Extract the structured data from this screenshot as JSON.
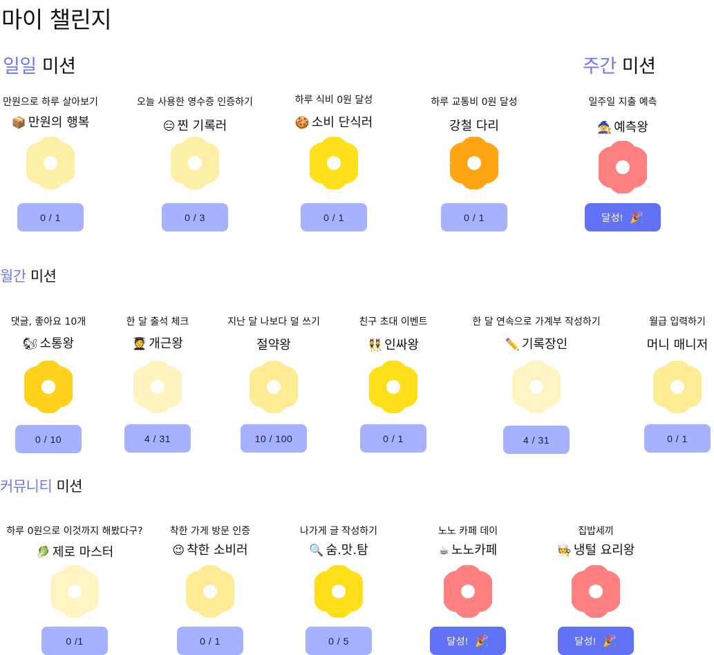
{
  "page_title": "마이 챌린지",
  "colors": {
    "accent": "#6b78f5",
    "button": "#a6b1ff",
    "button_done": "#6272f5"
  },
  "sections": {
    "daily": {
      "accent": "일일",
      "rest": " 미션"
    },
    "weekly": {
      "accent": "주간",
      "rest": " 미션"
    },
    "monthly": {
      "accent": "월간",
      "rest": " 미션"
    },
    "community": {
      "accent": "커뮤니티",
      "rest": " 미션"
    }
  },
  "daily": [
    {
      "desc": "만원으로 하루 살아보기",
      "badge": "만원의 행복",
      "icon": "box-icon",
      "glyph": "📦",
      "flower": "#fdf0a6",
      "progress": "0 / 1",
      "done": false
    },
    {
      "desc": "오늘 사용한 영수증 인증하기",
      "badge": "찐 기록러",
      "icon": "face-icon",
      "glyph": "😑",
      "flower": "#fdf0a6",
      "progress": "0 / 3",
      "done": false
    },
    {
      "desc": "하루 식비 0원 달성",
      "badge": "소비 단식러",
      "icon": "cookie-icon",
      "glyph": "🍪",
      "flower": "#ffe01b",
      "progress": "0 / 1",
      "done": false
    },
    {
      "desc": "하루 교통비 0원 달성",
      "badge": "강철 다리",
      "icon": "",
      "glyph": "",
      "flower": "#ffa514",
      "progress": "0 / 1",
      "done": false
    }
  ],
  "weekly": [
    {
      "desc": "일주일 지출 예측",
      "badge": "예측왕",
      "icon": "fortune-teller-icon",
      "glyph": "🧙",
      "flower": "#ff8080",
      "progress": "달성!",
      "done": true
    }
  ],
  "monthly": [
    {
      "desc": "댓글, 좋아요 10개",
      "badge": "소통왕",
      "icon": "chipmunk-icon",
      "glyph": "🐿",
      "flower": "#ffd21e",
      "progress": "0 / 10",
      "done": false
    },
    {
      "desc": "한 달 출석 체크",
      "badge": "개근왕",
      "icon": "student-icon",
      "glyph": "🧑‍🎓",
      "flower": "#fff4bd",
      "progress": "4 / 31",
      "done": false
    },
    {
      "desc": "지난 달 나보다 덜 쓰기",
      "badge": "절약왕",
      "icon": "",
      "glyph": "",
      "flower": "#fdec94",
      "progress": "10 / 100",
      "done": false
    },
    {
      "desc": "친구 초대 이벤트",
      "badge": "인싸왕",
      "icon": "friends-icon",
      "glyph": "👯",
      "flower": "#ffdf1a",
      "progress": "0 / 1",
      "done": false
    },
    {
      "desc": "한 달 연속으로 가계부 작성하기",
      "badge": "기록장인",
      "icon": "pencil-icon",
      "glyph": "✏️",
      "flower": "#fff4c2",
      "progress": "4 / 31",
      "done": false
    },
    {
      "desc": "월급 입력하기",
      "badge": "머니 매니저",
      "icon": "",
      "glyph": "",
      "flower": "#fdec94",
      "progress": "0 / 1",
      "done": false
    }
  ],
  "community": [
    {
      "desc": "하루 0원으로 이것까지 해봤다구?",
      "badge": "제로 마스터",
      "icon": "character-icon",
      "glyph": "🥬",
      "flower": "#fff4c2",
      "progress": "0 /1",
      "done": false
    },
    {
      "desc": "착한 가게 방문 인증",
      "badge": "착한 소비러",
      "icon": "smile-icon",
      "glyph": "😉",
      "flower": "#fdec94",
      "progress": "0 / 1",
      "done": false
    },
    {
      "desc": "나가게 글 작성하기",
      "badge": "숨.맛.탐",
      "icon": "magnifier-icon",
      "glyph": "🔍",
      "flower": "#ffdf1a",
      "progress": "0 / 5",
      "done": false
    },
    {
      "desc": "노노 카페 데이",
      "badge": "노노카페",
      "icon": "coffee-icon",
      "glyph": "☕",
      "flower": "#ff8080",
      "progress": "달성!",
      "done": true
    },
    {
      "desc": "집밥세끼",
      "badge": "냉털 요리왕",
      "icon": "chef-icon",
      "glyph": "🧑‍🍳",
      "flower": "#ff8080",
      "progress": "달성!",
      "done": true
    }
  ],
  "party_icon": "🎉"
}
